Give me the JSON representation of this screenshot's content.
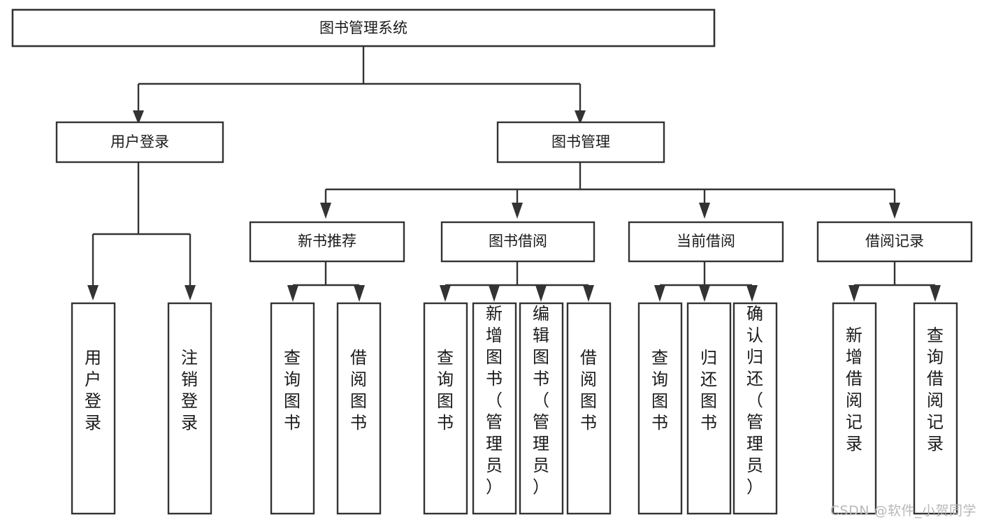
{
  "diagram": {
    "title": "图书管理系统",
    "type": "tree",
    "watermark": "CSDN @软件_小贺同学",
    "colors": {
      "stroke": "#333333",
      "fill": "#ffffff",
      "text": "#1a1a1a",
      "watermark": "#b8b8b8"
    },
    "nodes": {
      "root": {
        "label": "图书管理系统",
        "orientation": "horizontal"
      },
      "l2": [
        {
          "label": "用户登录",
          "orientation": "horizontal"
        },
        {
          "label": "图书管理",
          "orientation": "horizontal"
        }
      ],
      "l3": [
        {
          "label": "新书推荐",
          "orientation": "horizontal"
        },
        {
          "label": "图书借阅",
          "orientation": "horizontal"
        },
        {
          "label": "当前借阅",
          "orientation": "horizontal"
        },
        {
          "label": "借阅记录",
          "orientation": "horizontal"
        }
      ],
      "leaves_user_login": [
        {
          "label": "用户登录",
          "orientation": "vertical"
        },
        {
          "label": "注销登录",
          "orientation": "vertical"
        }
      ],
      "leaves_new_book": [
        {
          "label": "查询图书",
          "orientation": "vertical"
        },
        {
          "label": "借阅图书",
          "orientation": "vertical"
        }
      ],
      "leaves_borrow": [
        {
          "label": "查询图书",
          "orientation": "vertical"
        },
        {
          "label": "新增图书（管理员）",
          "orientation": "vertical"
        },
        {
          "label": "编辑图书（管理员）",
          "orientation": "vertical"
        },
        {
          "label": "借阅图书",
          "orientation": "vertical"
        }
      ],
      "leaves_current": [
        {
          "label": "查询图书",
          "orientation": "vertical"
        },
        {
          "label": "归还图书",
          "orientation": "vertical"
        },
        {
          "label": "确认归还（管理员）",
          "orientation": "vertical"
        }
      ],
      "leaves_records": [
        {
          "label": "新增借阅记录",
          "orientation": "vertical"
        },
        {
          "label": "查询借阅记录",
          "orientation": "vertical"
        }
      ]
    },
    "edges": [
      {
        "from": "图书管理系统",
        "to": "用户登录"
      },
      {
        "from": "图书管理系统",
        "to": "图书管理"
      },
      {
        "from": "用户登录",
        "to": "用户登录"
      },
      {
        "from": "用户登录",
        "to": "注销登录"
      },
      {
        "from": "图书管理",
        "to": "新书推荐"
      },
      {
        "from": "图书管理",
        "to": "图书借阅"
      },
      {
        "from": "图书管理",
        "to": "当前借阅"
      },
      {
        "from": "图书管理",
        "to": "借阅记录"
      },
      {
        "from": "新书推荐",
        "to": "查询图书"
      },
      {
        "from": "新书推荐",
        "to": "借阅图书"
      },
      {
        "from": "图书借阅",
        "to": "查询图书"
      },
      {
        "from": "图书借阅",
        "to": "新增图书（管理员）"
      },
      {
        "from": "图书借阅",
        "to": "编辑图书（管理员）"
      },
      {
        "from": "图书借阅",
        "to": "借阅图书"
      },
      {
        "from": "当前借阅",
        "to": "查询图书"
      },
      {
        "from": "当前借阅",
        "to": "归还图书"
      },
      {
        "from": "当前借阅",
        "to": "确认归还（管理员）"
      },
      {
        "from": "借阅记录",
        "to": "新增借阅记录"
      },
      {
        "from": "借阅记录",
        "to": "查询借阅记录"
      }
    ]
  }
}
